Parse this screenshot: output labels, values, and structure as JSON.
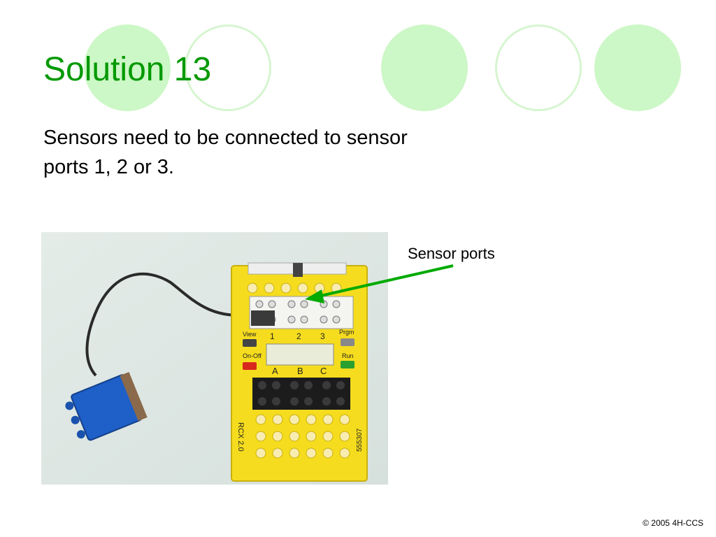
{
  "slide": {
    "title": "Solution 13",
    "body": "Sensors need to be connected to sensor ports 1, 2 or 3.",
    "callout": "Sensor ports",
    "footer": "© 2005 4H-CCS"
  },
  "photo": {
    "port_numbers": [
      "1",
      "2",
      "3"
    ],
    "output_letters": [
      "A",
      "B",
      "C"
    ],
    "buttons": [
      "View",
      "Prgm",
      "On-Off",
      "Run"
    ],
    "model": "RCX 2.0",
    "part_number": "555307"
  },
  "colors": {
    "title": "#009900",
    "arrow": "#00aa00",
    "brick_yellow": "#f5dc1e",
    "sensor_blue": "#1e5fc8"
  }
}
